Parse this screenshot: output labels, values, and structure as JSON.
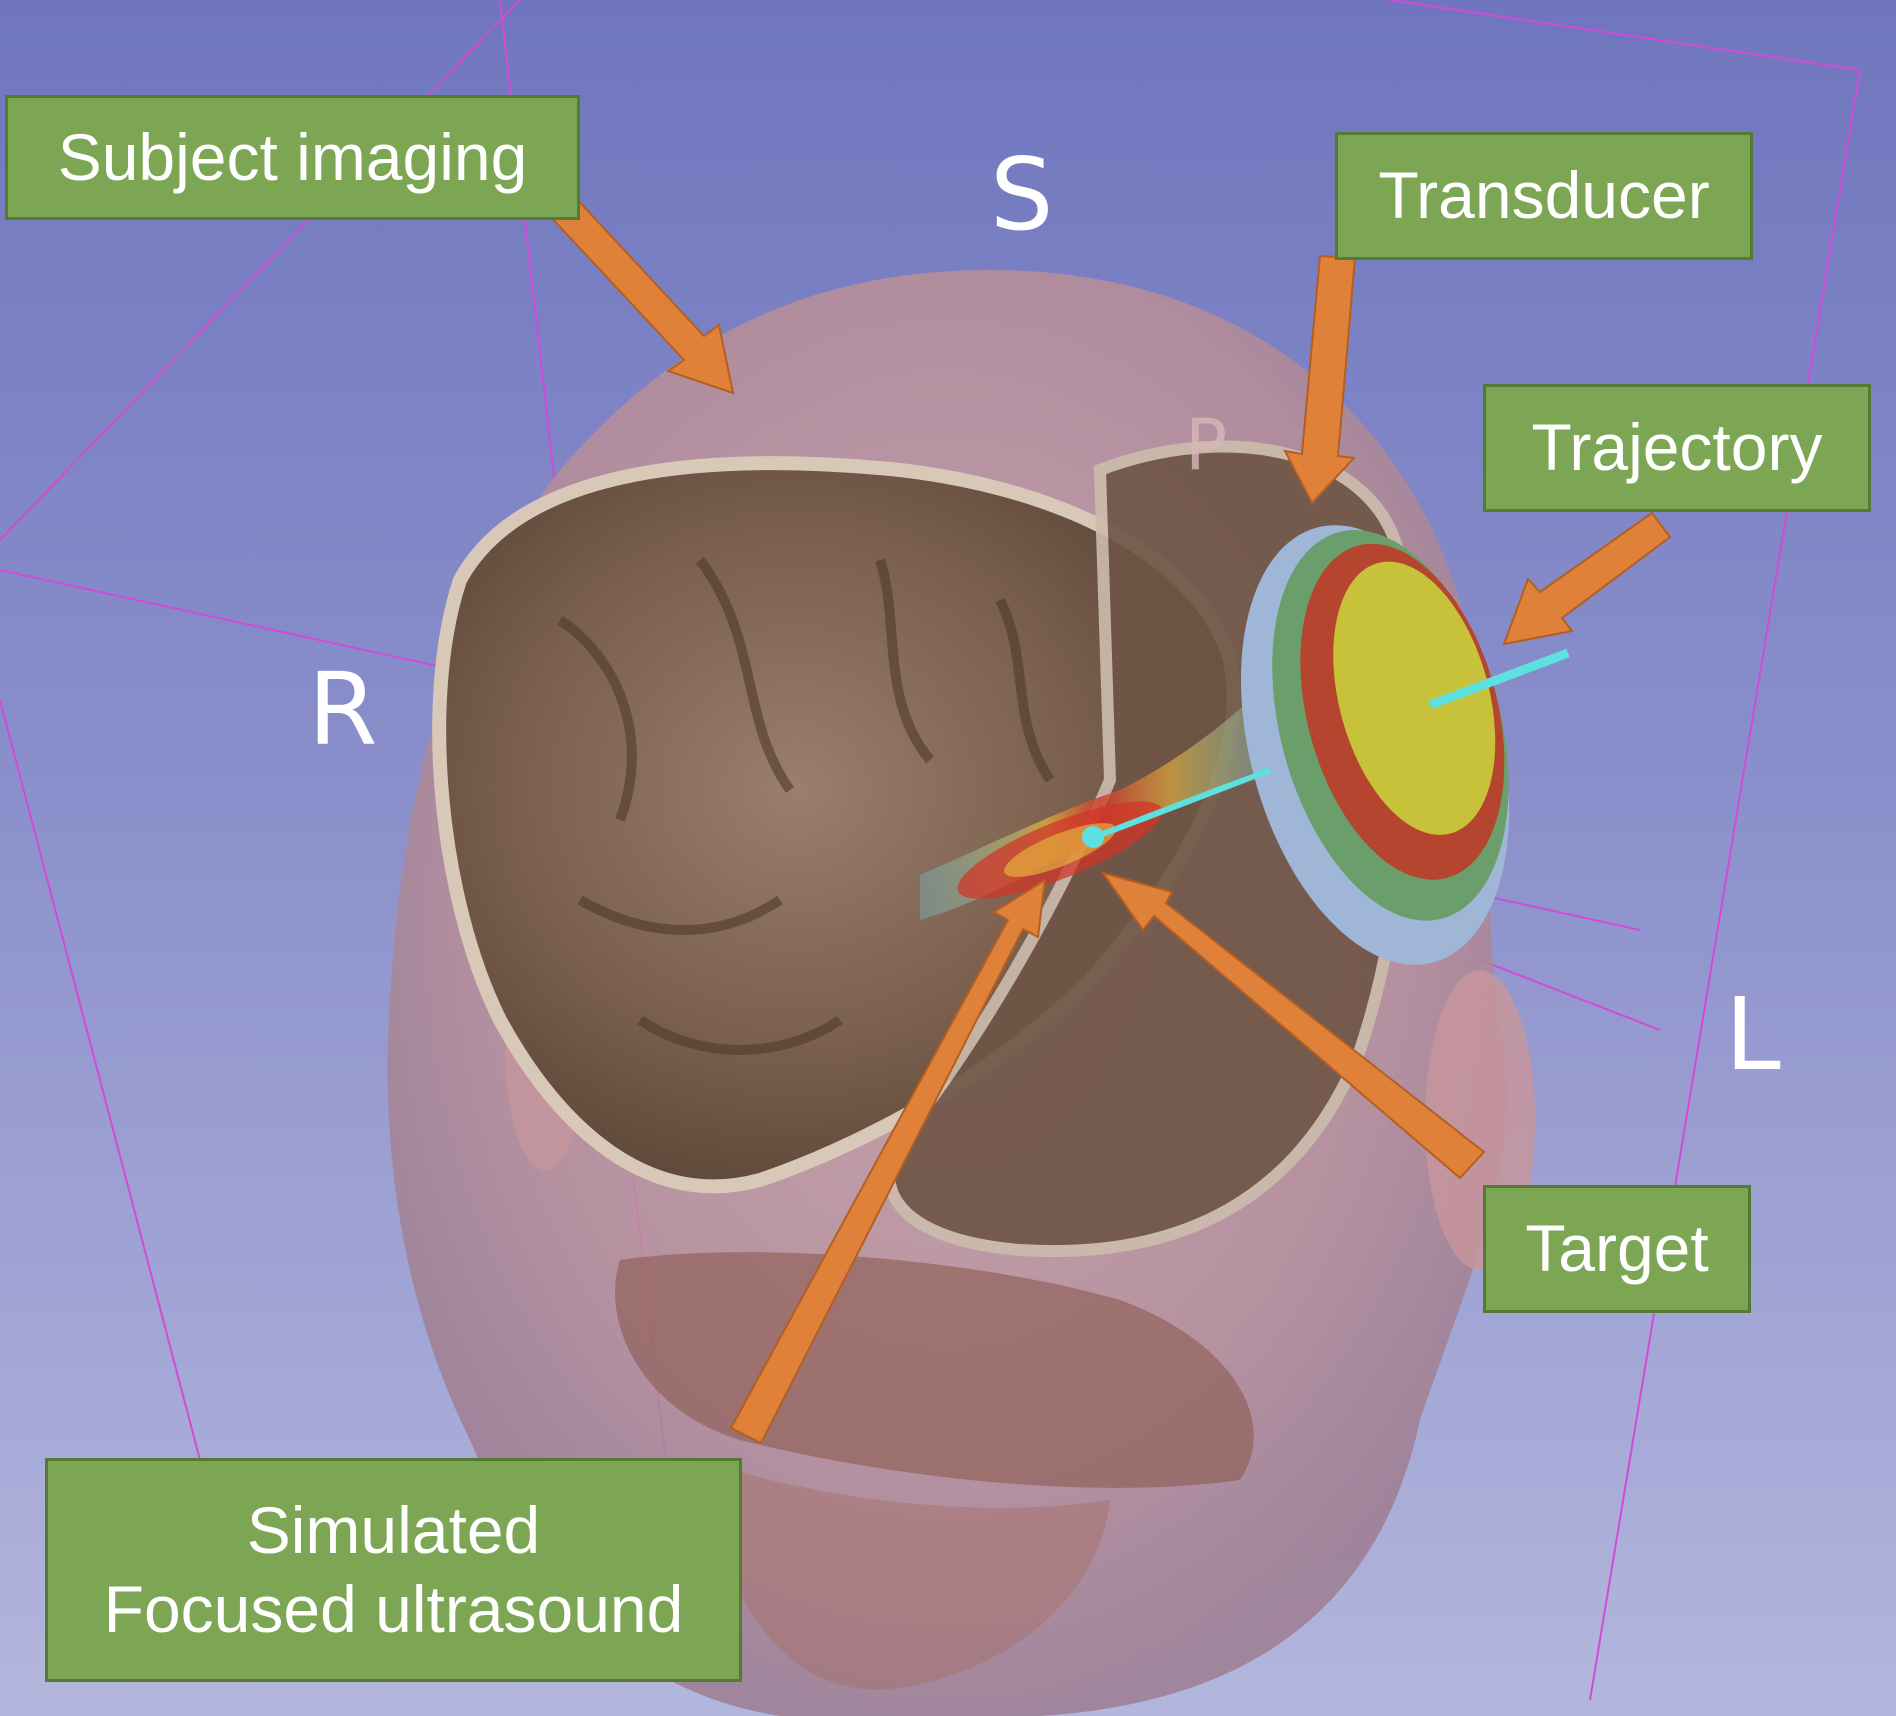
{
  "labels": {
    "subject_imaging": "Subject imaging",
    "transducer": "Transducer",
    "trajectory": "Trajectory",
    "target": "Target",
    "simulated_line1": "Simulated",
    "simulated_line2": "Focused ultrasound"
  },
  "orientation": {
    "superior": "S",
    "right": "R",
    "left": "L",
    "posterior": "P"
  },
  "colors": {
    "background_top": "#6f76bd",
    "background_bottom": "#b3b6dc",
    "label_fill": "#7ca653",
    "label_border": "#557a33",
    "arrow": "#e0813a",
    "trajectory": "#5fe0e0",
    "transducer_rings": [
      "#9fb6d6",
      "#6a9e6a",
      "#b6452f",
      "#c8c23a"
    ]
  }
}
